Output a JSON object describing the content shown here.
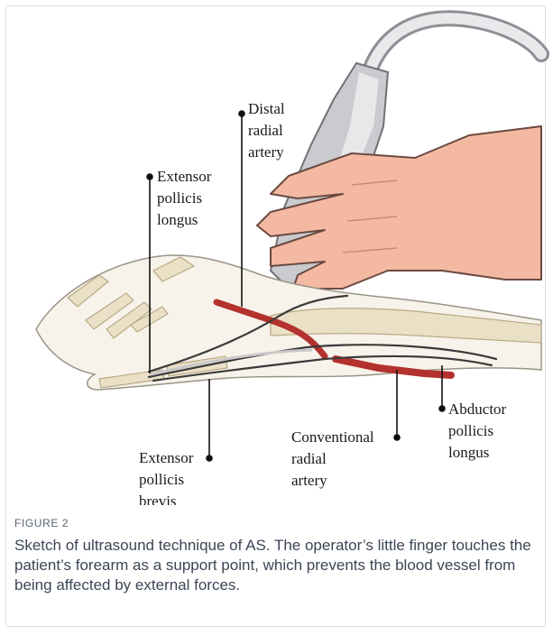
{
  "figure": {
    "labels": {
      "distal_radial_artery": [
        "Distal",
        "radial",
        "artery"
      ],
      "extensor_pollicis_longus": [
        "Extensor",
        "pollicis",
        "longus"
      ],
      "extensor_pollicis_brevis": [
        "Extensor",
        "pollicis",
        "brevis"
      ],
      "conventional_radial_artery": [
        "Conventional",
        "radial",
        "artery"
      ],
      "abductor_pollicis_longus": [
        "Abductor",
        "pollicis",
        "longus"
      ]
    },
    "caption_tag": "FIGURE 2",
    "caption_text": "Sketch of ultrasound technique of AS. The operator’s little finger touches the patient’s forearm as a support point, which prevents the blood vessel from being affected by external forces."
  }
}
